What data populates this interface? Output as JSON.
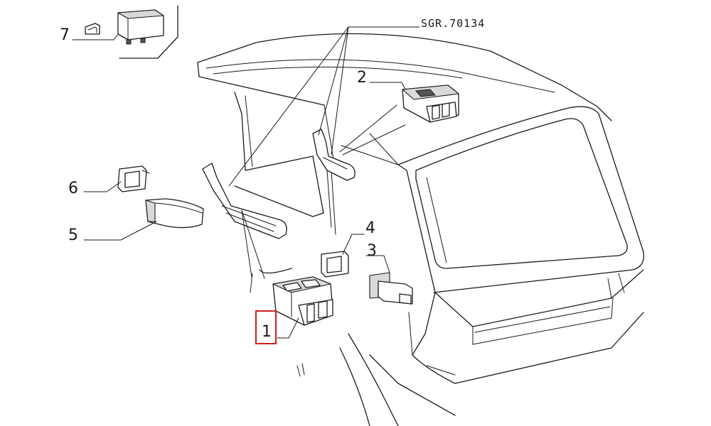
{
  "reference_code": "SGR.70134",
  "highlight_color": "#cc1f1f",
  "callouts": [
    {
      "id": "1",
      "label": "1",
      "highlighted": true
    },
    {
      "id": "2",
      "label": "2",
      "highlighted": false
    },
    {
      "id": "3",
      "label": "3",
      "highlighted": false
    },
    {
      "id": "4",
      "label": "4",
      "highlighted": false
    },
    {
      "id": "5",
      "label": "5",
      "highlighted": false
    },
    {
      "id": "6",
      "label": "6",
      "highlighted": false
    },
    {
      "id": "7",
      "label": "7",
      "highlighted": false
    }
  ]
}
